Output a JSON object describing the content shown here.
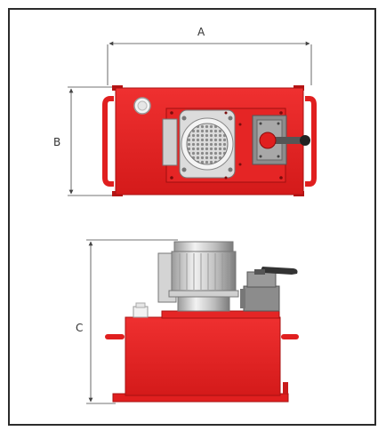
{
  "dimensions": {
    "a_label": "A",
    "b_label": "B",
    "c_label": "C"
  },
  "colors": {
    "body_red": "#e01f1f",
    "dark_red": "#b51414",
    "motor_silver": "#c9c9c9",
    "valve_gray": "#8a8a8a",
    "line": "#444444"
  },
  "views": [
    "top-view",
    "side-view"
  ]
}
